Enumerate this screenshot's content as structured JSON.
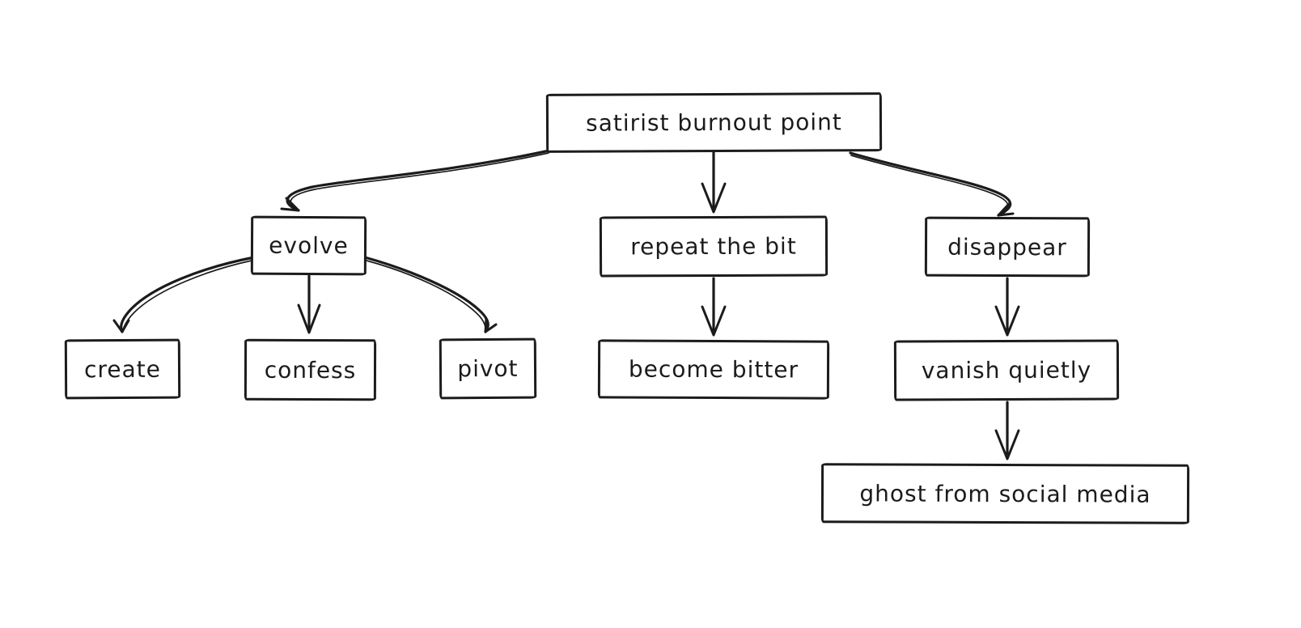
{
  "diagram": {
    "style": "hand-drawn-flowchart",
    "background_color": "#ffffff",
    "stroke_color": "#1b1b1b",
    "node_fill_color": "#ffffff",
    "nodes": [
      {
        "id": "satirist-burnout-point",
        "label": "satirist burnout point",
        "level": 0
      },
      {
        "id": "evolve",
        "label": "evolve",
        "level": 1
      },
      {
        "id": "repeat-the-bit",
        "label": "repeat the bit",
        "level": 1
      },
      {
        "id": "disappear",
        "label": "disappear",
        "level": 1
      },
      {
        "id": "create",
        "label": "create",
        "level": 2
      },
      {
        "id": "confess",
        "label": "confess",
        "level": 2
      },
      {
        "id": "pivot",
        "label": "pivot",
        "level": 2
      },
      {
        "id": "become-bitter",
        "label": "become bitter",
        "level": 2
      },
      {
        "id": "vanish-quietly",
        "label": "vanish quietly",
        "level": 2
      },
      {
        "id": "ghost-from-social-media",
        "label": "ghost from social media",
        "level": 3
      }
    ],
    "edges": [
      {
        "from": "satirist-burnout-point",
        "to": "evolve",
        "shape": "curved"
      },
      {
        "from": "satirist-burnout-point",
        "to": "repeat-the-bit",
        "shape": "straight"
      },
      {
        "from": "satirist-burnout-point",
        "to": "disappear",
        "shape": "curved"
      },
      {
        "from": "evolve",
        "to": "create",
        "shape": "curved"
      },
      {
        "from": "evolve",
        "to": "confess",
        "shape": "straight"
      },
      {
        "from": "evolve",
        "to": "pivot",
        "shape": "curved"
      },
      {
        "from": "repeat-the-bit",
        "to": "become-bitter",
        "shape": "straight"
      },
      {
        "from": "disappear",
        "to": "vanish-quietly",
        "shape": "straight"
      },
      {
        "from": "vanish-quietly",
        "to": "ghost-from-social-media",
        "shape": "straight"
      }
    ]
  }
}
